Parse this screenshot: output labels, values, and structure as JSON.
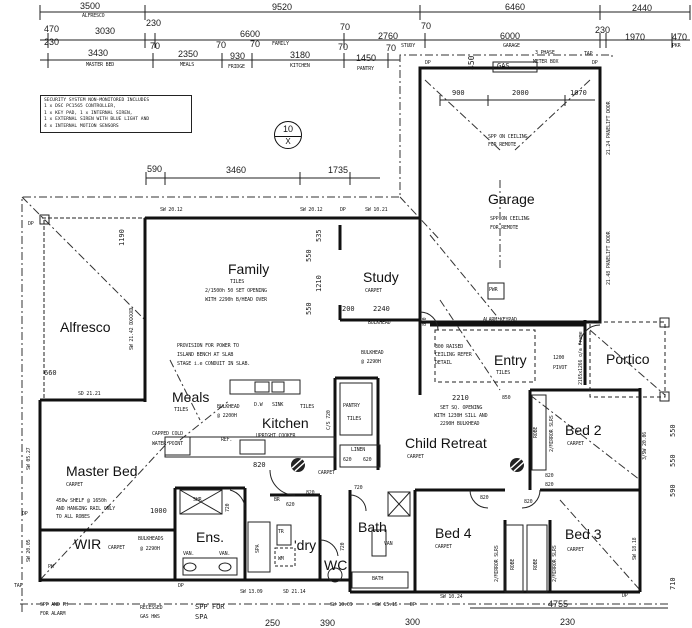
{
  "dimensions": {
    "row1": [
      "3500",
      "9520",
      "6460",
      "2440"
    ],
    "row1_sub": [
      "ALFRESCO"
    ],
    "row2": [
      "470",
      "3030",
      "230",
      "6600",
      "70",
      "2760",
      "70",
      "6000",
      "230",
      "1970",
      "470"
    ],
    "row2_sub": [
      "FAMILY",
      "STUDY",
      "GARAGE",
      "PKR"
    ],
    "row3": [
      "230",
      "3430",
      "70",
      "2350",
      "70",
      "930",
      "70",
      "3180",
      "70",
      "1450",
      "70"
    ],
    "row3_sub": [
      "MASTER BED",
      "MEALS",
      "FRIDGE",
      "KITCHEN",
      "PANTRY"
    ],
    "mid": [
      "590",
      "3460",
      "1735"
    ],
    "right": [
      "550",
      "550",
      "590",
      "710"
    ],
    "bottom": [
      "4755",
      "300",
      "230",
      "250",
      "390"
    ]
  },
  "security_note": [
    "SECURITY SYSTEM NON-MONITORED INCLUDES",
    "1 x DSC PC1565 CONTROLLER,",
    "1 x KEY PAD, 1 x INTERNAL SIREN,",
    "1 x EXTERNAL SIREN WITH BLUE LIGHT AND",
    "4 x INTERNAL MOTION SENSORS"
  ],
  "north": {
    "number": "10",
    "letter": "X"
  },
  "rooms": {
    "alfresco": "Alfresco",
    "family": "Family",
    "study": "Study",
    "garage": "Garage",
    "entry": "Entry",
    "portico": "Portico",
    "meals": "Meals",
    "kitchen": "Kitchen",
    "child_retreat": "Child Retreat",
    "bed2": "Bed 2",
    "master": "Master Bed",
    "wir": "WIR",
    "ens": "Ens.",
    "laundry": "'dry",
    "wc": "WC",
    "bath": "Bath",
    "bed4": "Bed 4",
    "bed3": "Bed 3"
  },
  "finishes": {
    "tiles": "TILES",
    "carpet": "CARPET"
  },
  "garage": {
    "gas": "GAS",
    "meter": "3 PHASE",
    "meter2": "METER BOX",
    "tap": "TAP",
    "dp": "DP",
    "d450": "450",
    "d900": "900",
    "d2000": "2000",
    "d1070": "1070",
    "spp1": "SPP ON CEILING",
    "spp2": "FOR REMOTE",
    "door1": "21.24 PANELIFT DOOR",
    "door2": "21.48 PANELIFT DOOR",
    "alarm": "ALARM KEYPAD",
    "pwr": "PWR"
  },
  "family": {
    "sw1": "SW 20.12",
    "sw2": "SW 20.12",
    "dp": "DP",
    "sw3": "SW 10.21",
    "opening1": "2/1500h 50 SET OPENING",
    "opening2": "WITH 2290h B/HEAD OVER",
    "d535": "535",
    "d550a": "550",
    "d1210": "1210",
    "d550b": "550",
    "d200": "200",
    "d2240": "2240",
    "bulkhead": "BULKHEAD",
    "bh1": "BULKHEAD",
    "bh2": "@ 2290H",
    "power1": "PROVISION FOR POWER TO",
    "power2": "ISLAND BENCH AT SLAB",
    "power3": "STAGE i.e CONDUIT IN SLAB."
  },
  "alfresco": {
    "d1190": "1190",
    "sw": "SW 21.42 DXXXXD",
    "d660": "660",
    "sd": "SD 21.21",
    "dp": "DP"
  },
  "kitchen": {
    "bulkhead1": "BULKHEAD",
    "bulkhead2": "@ 2200H",
    "dw": "D.W",
    "sink": "SINK",
    "cooker": "UPRIGHT COOKER",
    "capped1": "CAPPED COLD",
    "capped2": "WATER POINT",
    "ref": "REF.",
    "cs": "C/S 720",
    "pantry": "PANTRY",
    "linen": "LINEN",
    "l620a": "620",
    "l620b": "620",
    "d820": "820"
  },
  "entry": {
    "raised1": "300 RAISED",
    "raised2": "CEILING REFER",
    "raised3": "DETAIL",
    "door": "1200",
    "door2": "PIVOT",
    "frame": "2165x1266 o/a frame",
    "d820": "820",
    "d2210": "2210",
    "d850": "850",
    "set1": "SET SQ. OPENING",
    "set2": "WITH 1230H SILL AND",
    "set3": "2290H BULKHEAD"
  },
  "bed2": {
    "robe": "ROBE",
    "mirror": "2/MIRROR SLRS",
    "sw": "3/SW 20.06",
    "d820a": "820",
    "d820b": "820"
  },
  "master": {
    "sw1": "SW 05.27",
    "sw2": "SW 20.05",
    "dp": "DP",
    "shelf1": "450w SHELF @ 1650h",
    "shelf2": "AND HANGING RAIL ONLY",
    "shelf3": "TO ALL ROBES",
    "d1000": "1000",
    "bh1": "BULKHEADS",
    "bh2": "@ 2290H",
    "ph": "PH",
    "tap": "TAP"
  },
  "wet": {
    "shr": "SHR",
    "van": "VAN.",
    "van2": "VAN.",
    "spa": "SPA",
    "tr": "TR",
    "wm": "WM",
    "br": "BR",
    "d620": "620",
    "d820": "820",
    "d720a": "720",
    "d720b": "720",
    "d720c": "720",
    "bath": "BATH",
    "van3": "VAN"
  },
  "beds": {
    "mirror1": "2/MIRROR SLRS",
    "mirror2": "2/MIRROR SLRS",
    "robe1": "ROBE",
    "robe2": "ROBE",
    "d820a": "820",
    "d820b": "820",
    "sw": "SW 18.18",
    "sw2": "SW 10.24",
    "dp": "DP"
  },
  "bottom": {
    "spp_alarm1": "SPP AND PH",
    "spp_alarm2": "FOR ALARM",
    "hws1": "RECESSED",
    "hws2": "GAS HWS",
    "spa1": "SPP FOR",
    "spa2": "SPA",
    "sw1": "SW 13.09",
    "sd": "SD 21.14",
    "sw2": "SW 10.09",
    "sw3": "SW 15.15",
    "dp": "DP",
    "dp2": "DP"
  }
}
